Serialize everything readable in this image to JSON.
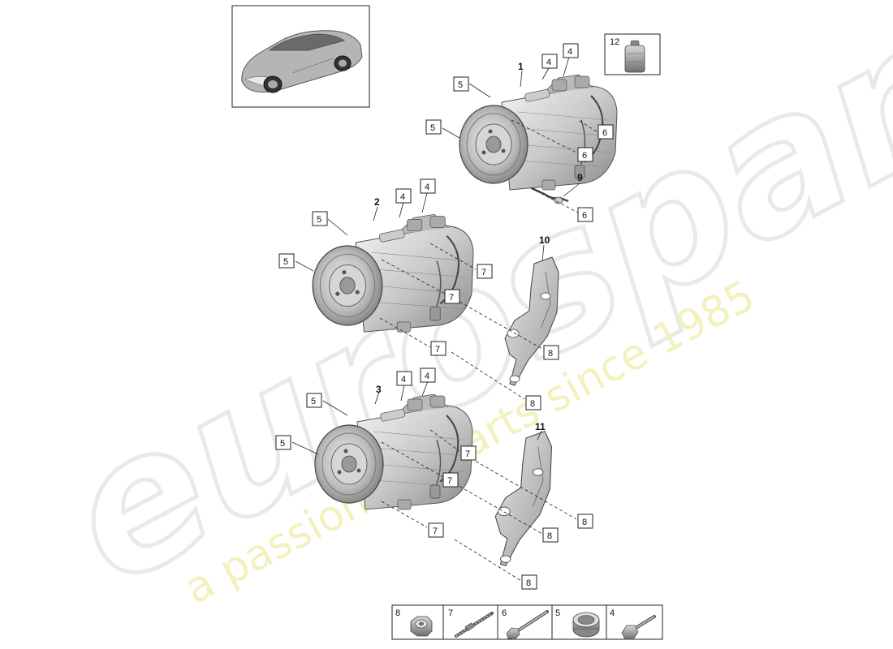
{
  "watermark": {
    "brand": "eurospares",
    "tagline": "a passion for parts since 1985"
  },
  "thumbnail": {
    "icon": "car-icon"
  },
  "oil_box": {
    "number": "12",
    "icon": "oil-bottle-icon"
  },
  "compressors": [
    {
      "label": "1",
      "icon": "ac-compressor-icon"
    },
    {
      "label": "2",
      "icon": "ac-compressor-icon"
    },
    {
      "label": "3",
      "icon": "ac-compressor-icon"
    }
  ],
  "callouts": {
    "c1": [
      "4",
      "4",
      "5",
      "5",
      "6",
      "6",
      "6"
    ],
    "c2": [
      "4",
      "4",
      "5",
      "5",
      "7",
      "7",
      "7"
    ],
    "c3": [
      "4",
      "4",
      "5",
      "5",
      "7",
      "7",
      "7"
    ],
    "bracket10": [
      "8",
      "8"
    ],
    "bracket11": [
      "8",
      "8",
      "8"
    ]
  },
  "part_labels": {
    "pipe": "9",
    "bracket10": "10",
    "bracket11": "11"
  },
  "legend": [
    {
      "number": "8",
      "icon": "nut-icon"
    },
    {
      "number": "7",
      "icon": "stud-bolt-icon"
    },
    {
      "number": "6",
      "icon": "long-bolt-icon"
    },
    {
      "number": "5",
      "icon": "sleeve-icon"
    },
    {
      "number": "4",
      "icon": "hex-bolt-icon"
    }
  ]
}
